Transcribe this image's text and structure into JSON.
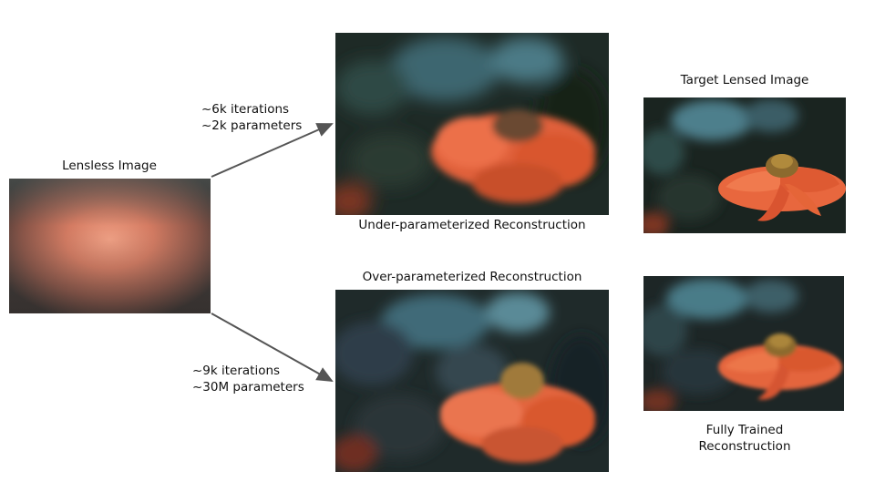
{
  "lensless": {
    "title": "Lensless Image"
  },
  "target": {
    "title": "Target Lensed Image"
  },
  "under": {
    "caption": "Under-parameterized Reconstruction",
    "iterations": "~6k iterations",
    "parameters": "~2k parameters"
  },
  "over": {
    "caption": "Over-parameterized Reconstruction",
    "iterations": "~9k iterations",
    "parameters": "~30M parameters"
  },
  "fully_trained": {
    "line1": "Fully Trained",
    "line2": "Reconstruction"
  },
  "colors": {
    "arrow": "#555555",
    "flower": "#e8673e",
    "flower_center": "#8c6a2e",
    "background_dark": "#1d2621",
    "background_teal": "#3e6670",
    "lensless_glow": "#f09a80"
  }
}
